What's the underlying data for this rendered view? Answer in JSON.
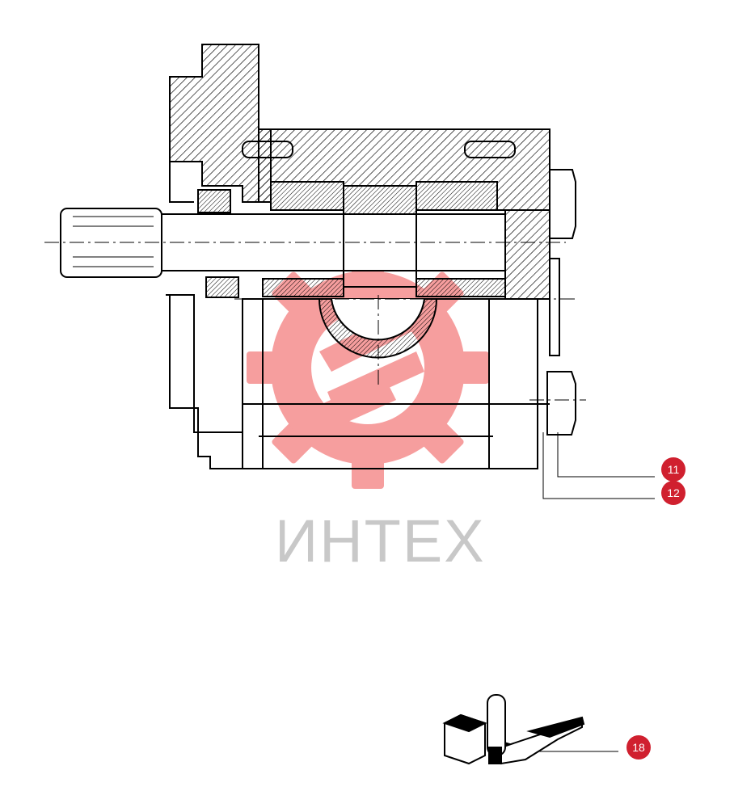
{
  "watermark": {
    "text": "ИНТЕХ",
    "gear_color": "#f26b6b",
    "text_color": "#c8c8c8"
  },
  "callouts": [
    {
      "label": "11"
    },
    {
      "label": "12"
    },
    {
      "label": "18"
    }
  ],
  "colors": {
    "line": "#000000",
    "callout": "#d0202f"
  }
}
